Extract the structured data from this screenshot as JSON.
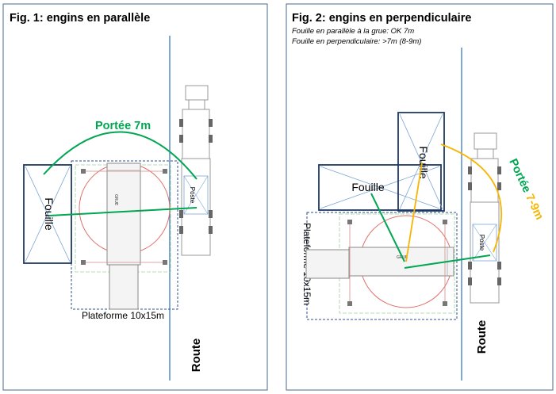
{
  "figures": [
    {
      "title": "Fig. 1: engins en parallèle",
      "notes": [],
      "labels": {
        "excavation": "Fouille",
        "platform": "Plateforme 10x15m",
        "road": "Route",
        "post": "Poste",
        "reach": "Portée 7m"
      }
    },
    {
      "title": "Fig. 2: engins en perpendiculaire",
      "notes": [
        "Fouille en parallèle à la grue: OK 7m",
        "Fouille en perpendiculaire: >7m (8-9m)"
      ],
      "labels": {
        "excavation_horizontal": "Fouille",
        "excavation_vertical": "Fouille",
        "platform": "Plateforme 10x15m",
        "road": "Route",
        "post": "Poste",
        "reach": "Portée 7-9m"
      }
    }
  ],
  "colors": {
    "reach_green": "#00a651",
    "reach_orange": "#f7b500",
    "excavation_blue": "#1f3864",
    "crane_circle": "#e0706a",
    "panel_border": "#4a6a8a",
    "road_line": "#2e6fb5",
    "platform_dash": "#2f4f8f"
  }
}
